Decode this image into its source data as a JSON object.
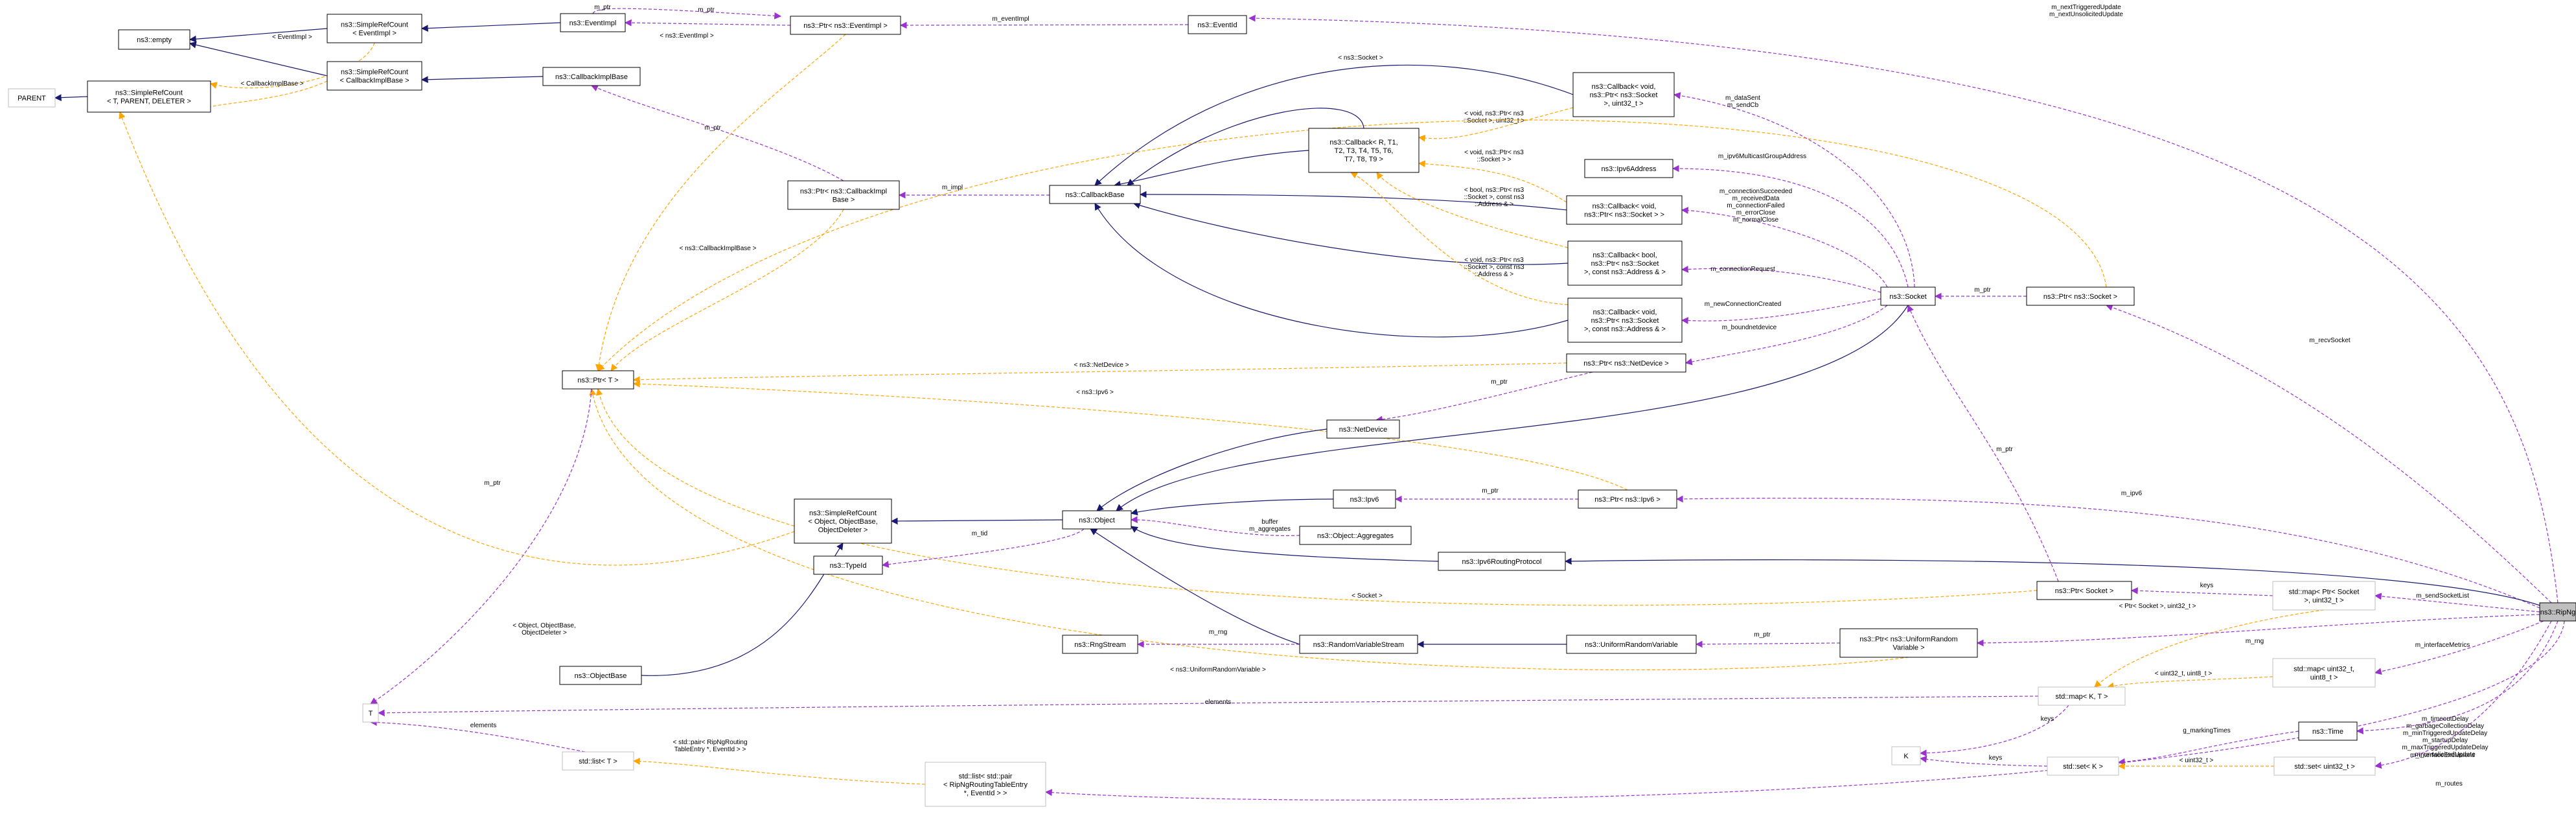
{
  "nodes": [
    {
      "id": "empty",
      "lines": [
        "ns3::empty"
      ]
    },
    {
      "id": "src_eventimpl",
      "lines": [
        "ns3::SimpleRefCount",
        "< EventImpl >"
      ]
    },
    {
      "id": "eventimpl",
      "lines": [
        "ns3::EventImpl"
      ]
    },
    {
      "id": "ptr_eventimpl",
      "lines": [
        "ns3::Ptr< ns3::EventImpl >"
      ]
    },
    {
      "id": "eventid",
      "lines": [
        "ns3::EventId"
      ]
    },
    {
      "id": "parent",
      "lines": [
        "PARENT"
      ]
    },
    {
      "id": "src_generic",
      "lines": [
        "ns3::SimpleRefCount",
        "< T, PARENT, DELETER >"
      ]
    },
    {
      "id": "src_callbackimplbase",
      "lines": [
        "ns3::SimpleRefCount",
        "< CallbackImplBase >"
      ]
    },
    {
      "id": "callbackimplbase",
      "lines": [
        "ns3::CallbackImplBase"
      ]
    },
    {
      "id": "ptr_callbackimplbase",
      "lines": [
        "ns3::Ptr< ns3::CallbackImpl",
        "Base >"
      ]
    },
    {
      "id": "callbackbase",
      "lines": [
        "ns3::CallbackBase"
      ]
    },
    {
      "id": "callback_generic",
      "lines": [
        "ns3::Callback< R, T1,",
        "T2, T3, T4, T5, T6,",
        "T7, T8, T9 >"
      ]
    },
    {
      "id": "callback_sock_u32",
      "lines": [
        "ns3::Callback< void,",
        "ns3::Ptr< ns3::Socket",
        ">, uint32_t >"
      ]
    },
    {
      "id": "ipv6mcast",
      "lines": [
        "ns3::Ipv6Address"
      ]
    },
    {
      "id": "callback_sock",
      "lines": [
        "ns3::Callback< void,",
        "ns3::Ptr< ns3::Socket > >"
      ]
    },
    {
      "id": "callback_bool",
      "lines": [
        "ns3::Callback< bool,",
        "ns3::Ptr< ns3::Socket",
        ">, const ns3::Address & >"
      ]
    },
    {
      "id": "callback_void_addr",
      "lines": [
        "ns3::Callback< void,",
        "ns3::Ptr< ns3::Socket",
        ">, const ns3::Address & >"
      ]
    },
    {
      "id": "socket",
      "lines": [
        "ns3::Socket"
      ]
    },
    {
      "id": "ptr_socket",
      "lines": [
        "ns3::Ptr< ns3::Socket >"
      ]
    },
    {
      "id": "ptr_t",
      "lines": [
        "ns3::Ptr< T >"
      ]
    },
    {
      "id": "ptr_netdevice",
      "lines": [
        "ns3::Ptr< ns3::NetDevice >"
      ]
    },
    {
      "id": "netdevice",
      "lines": [
        "ns3::NetDevice"
      ]
    },
    {
      "id": "src_object",
      "lines": [
        "ns3::SimpleRefCount",
        "< Object, ObjectBase,",
        "ObjectDeleter >"
      ]
    },
    {
      "id": "object",
      "lines": [
        "ns3::Object"
      ]
    },
    {
      "id": "ipv6",
      "lines": [
        "ns3::Ipv6"
      ]
    },
    {
      "id": "ptr_ipv6",
      "lines": [
        "ns3::Ptr< ns3::Ipv6 >"
      ]
    },
    {
      "id": "aggregates",
      "lines": [
        "ns3::Object::Aggregates"
      ]
    },
    {
      "id": "typeid",
      "lines": [
        "ns3::TypeId"
      ]
    },
    {
      "id": "ipv6routing",
      "lines": [
        "ns3::Ipv6RoutingProtocol"
      ]
    },
    {
      "id": "ptr_socket2",
      "lines": [
        "ns3::Ptr< Socket >"
      ]
    },
    {
      "id": "map_ptrsocket",
      "lines": [
        "std::map< Ptr< Socket",
        ">, uint32_t >"
      ]
    },
    {
      "id": "ripng",
      "lines": [
        "ns3::RipNg"
      ]
    },
    {
      "id": "objectbase",
      "lines": [
        "ns3::ObjectBase"
      ]
    },
    {
      "id": "rngstream",
      "lines": [
        "ns3::RngStream"
      ]
    },
    {
      "id": "randomvarstream",
      "lines": [
        "ns3::RandomVariableStream"
      ]
    },
    {
      "id": "uniformrv",
      "lines": [
        "ns3::UniformRandomVariable"
      ]
    },
    {
      "id": "ptr_uniformrv",
      "lines": [
        "ns3::Ptr< ns3::UniformRandom",
        "Variable >"
      ]
    },
    {
      "id": "map_u32",
      "lines": [
        "std::map< uint32_t,",
        "uint8_t >"
      ]
    },
    {
      "id": "t",
      "lines": [
        "T"
      ]
    },
    {
      "id": "map_kt",
      "lines": [
        "std::map< K, T >"
      ]
    },
    {
      "id": "time",
      "lines": [
        "ns3::Time"
      ]
    },
    {
      "id": "k",
      "lines": [
        "K"
      ]
    },
    {
      "id": "set_k",
      "lines": [
        "std::set< K >"
      ]
    },
    {
      "id": "set_u32",
      "lines": [
        "std::set< uint32_t >"
      ]
    },
    {
      "id": "list_t",
      "lines": [
        "std::list< T >"
      ]
    },
    {
      "id": "list_routes",
      "lines": [
        "std::list< std::pair",
        "< RipNgRoutingTableEntry",
        "*, EventId > >"
      ]
    }
  ],
  "edges": [
    {
      "id": "e1",
      "kind": "inherit",
      "label": []
    },
    {
      "id": "e2",
      "kind": "inherit",
      "label": []
    },
    {
      "id": "e3",
      "kind": "template",
      "label": [
        "< EventImpl >"
      ]
    },
    {
      "id": "e4",
      "kind": "member",
      "label": [
        "m_ptr"
      ]
    },
    {
      "id": "e5",
      "kind": "member",
      "label": [
        "m_eventImpl"
      ]
    },
    {
      "id": "e6",
      "kind": "member",
      "label": [
        "m_nextTriggeredUpdate",
        "m_nextUnsolicitedUpdate"
      ]
    },
    {
      "id": "e7",
      "kind": "inherit",
      "label": []
    },
    {
      "id": "e8",
      "kind": "inherit",
      "label": []
    },
    {
      "id": "e9",
      "kind": "template",
      "label": [
        "< CallbackImplBase >"
      ]
    },
    {
      "id": "e10",
      "kind": "inherit",
      "label": []
    },
    {
      "id": "e11",
      "kind": "member",
      "label": [
        "m_ptr"
      ]
    },
    {
      "id": "e12",
      "kind": "member",
      "label": [
        "m_impl"
      ]
    },
    {
      "id": "e13",
      "kind": "inherit",
      "label": []
    },
    {
      "id": "e14",
      "kind": "inherit",
      "label": []
    },
    {
      "id": "e15",
      "kind": "inherit",
      "label": []
    },
    {
      "id": "e16",
      "kind": "inherit",
      "label": []
    },
    {
      "id": "e17",
      "kind": "inherit",
      "label": []
    },
    {
      "id": "e18",
      "kind": "template",
      "label": [
        "< void, ns3::Ptr< ns3",
        "::Socket >, uint32_t >"
      ]
    },
    {
      "id": "e19",
      "kind": "template",
      "label": [
        "< void, ns3::Ptr< ns3",
        "::Socket > >"
      ]
    },
    {
      "id": "e20",
      "kind": "template",
      "label": [
        "< bool, ns3::Ptr< ns3",
        "::Socket >, const ns3",
        "::Address & >"
      ]
    },
    {
      "id": "e21",
      "kind": "template",
      "label": [
        "< void, ns3::Ptr< ns3",
        "::Socket >, const ns3",
        "::Address & >"
      ]
    },
    {
      "id": "e22",
      "kind": "member",
      "label": [
        "m_dataSent",
        "m_sendCb"
      ]
    },
    {
      "id": "e23",
      "kind": "member",
      "label": [
        "m_ipv6MulticastGroupAddress"
      ]
    },
    {
      "id": "e24",
      "kind": "member",
      "label": [
        "m_connectionSucceeded",
        "m_receivedData",
        "m_connectionFailed",
        "m_errorClose",
        "m_normalClose"
      ]
    },
    {
      "id": "e25",
      "kind": "member",
      "label": [
        "m_connectionRequest"
      ]
    },
    {
      "id": "e26",
      "kind": "member",
      "label": [
        "m_newConnectionCreated"
      ]
    },
    {
      "id": "e27",
      "kind": "member",
      "label": [
        "m_boundnetdevice"
      ]
    },
    {
      "id": "e28",
      "kind": "member",
      "label": [
        "m_ptr"
      ]
    },
    {
      "id": "e29",
      "kind": "member",
      "label": [
        "m_recvSocket"
      ]
    },
    {
      "id": "e30",
      "kind": "template",
      "label": [
        "< ns3::Socket >"
      ]
    },
    {
      "id": "e31",
      "kind": "template",
      "label": [
        "< ns3::EventImpl >"
      ]
    },
    {
      "id": "e32",
      "kind": "template",
      "label": [
        "< ns3::CallbackImplBase >"
      ]
    },
    {
      "id": "e33",
      "kind": "template",
      "label": [
        "< ns3::NetDevice >"
      ]
    },
    {
      "id": "e34",
      "kind": "template",
      "label": [
        "< ns3::Ipv6 >"
      ]
    },
    {
      "id": "e35",
      "kind": "template",
      "label": [
        "< Socket >"
      ]
    },
    {
      "id": "e36",
      "kind": "template",
      "label": [
        "< ns3::UniformRandomVariable >"
      ]
    },
    {
      "id": "e37",
      "kind": "member",
      "label": [
        "m_ptr"
      ]
    },
    {
      "id": "e38",
      "kind": "member",
      "label": [
        "m_ptr"
      ]
    },
    {
      "id": "e39",
      "kind": "member",
      "label": [
        "m_ptr"
      ]
    },
    {
      "id": "e40",
      "kind": "inherit",
      "label": []
    },
    {
      "id": "e41",
      "kind": "inherit",
      "label": []
    },
    {
      "id": "e42",
      "kind": "inherit",
      "label": []
    },
    {
      "id": "e43",
      "kind": "template",
      "label": [
        "< Object, ObjectBase,",
        "ObjectDeleter >"
      ]
    },
    {
      "id": "e44",
      "kind": "inherit",
      "label": []
    },
    {
      "id": "e45",
      "kind": "inherit",
      "label": []
    },
    {
      "id": "e46",
      "kind": "inherit",
      "label": []
    },
    {
      "id": "e47",
      "kind": "member",
      "label": [
        "buffer",
        "m_aggregates"
      ]
    },
    {
      "id": "e48",
      "kind": "member",
      "label": [
        "m_tid"
      ]
    },
    {
      "id": "e49",
      "kind": "member",
      "label": [
        "m_ptr"
      ]
    },
    {
      "id": "e50",
      "kind": "member",
      "label": [
        "m_ipv6"
      ]
    },
    {
      "id": "e51",
      "kind": "inherit",
      "label": []
    },
    {
      "id": "e52",
      "kind": "member",
      "label": [
        "keys"
      ]
    },
    {
      "id": "e53",
      "kind": "member",
      "label": [
        "m_sendSocketList"
      ]
    },
    {
      "id": "e54",
      "kind": "template",
      "label": [
        "< Ptr< Socket >, uint32_t >"
      ]
    },
    {
      "id": "e55",
      "kind": "inherit",
      "label": []
    },
    {
      "id": "e56",
      "kind": "member",
      "label": [
        "m_rng"
      ]
    },
    {
      "id": "e57",
      "kind": "inherit",
      "label": []
    },
    {
      "id": "e58",
      "kind": "member",
      "label": [
        "m_ptr"
      ]
    },
    {
      "id": "e59",
      "kind": "member",
      "label": [
        "m_rng"
      ]
    },
    {
      "id": "e60",
      "kind": "member",
      "label": [
        "m_interfaceMetrics"
      ]
    },
    {
      "id": "e61",
      "kind": "template",
      "label": [
        "< uint32_t, uint8_t >"
      ]
    },
    {
      "id": "e62",
      "kind": "member",
      "label": [
        "elements"
      ]
    },
    {
      "id": "e63",
      "kind": "member",
      "label": [
        "m_ptr"
      ]
    },
    {
      "id": "e64",
      "kind": "member",
      "label": [
        "keys"
      ]
    },
    {
      "id": "e65",
      "kind": "member",
      "label": [
        "g_markingTimes"
      ]
    },
    {
      "id": "e66",
      "kind": "member",
      "label": [
        "m_timeoutDelay",
        "m_garbageCollectionDelay",
        "m_minTriggeredUpdateDelay",
        "m_startupDelay",
        "m_maxTriggeredUpdateDelay",
        "m_unsolicitedUpdate"
      ]
    },
    {
      "id": "e67",
      "kind": "member",
      "label": [
        "keys"
      ]
    },
    {
      "id": "e68",
      "kind": "template",
      "label": [
        "< uint32_t >"
      ]
    },
    {
      "id": "e69",
      "kind": "member",
      "label": [
        "m_interfaceExclusions"
      ]
    },
    {
      "id": "e70",
      "kind": "member",
      "label": [
        "elements"
      ]
    },
    {
      "id": "e71",
      "kind": "template",
      "label": [
        "< std::pair< RipNgRouting",
        "TableEntry *, EventId > >"
      ]
    },
    {
      "id": "e72",
      "kind": "member",
      "label": [
        "m_routes"
      ]
    },
    {
      "id": "e73",
      "kind": "inherit",
      "label": []
    }
  ],
  "colors": {
    "inheritance": "#191970",
    "member": "#9a32cd",
    "template": "#ffa500",
    "focus_fill": "#bfbfbf",
    "grey_border": "#bfbfbf"
  }
}
